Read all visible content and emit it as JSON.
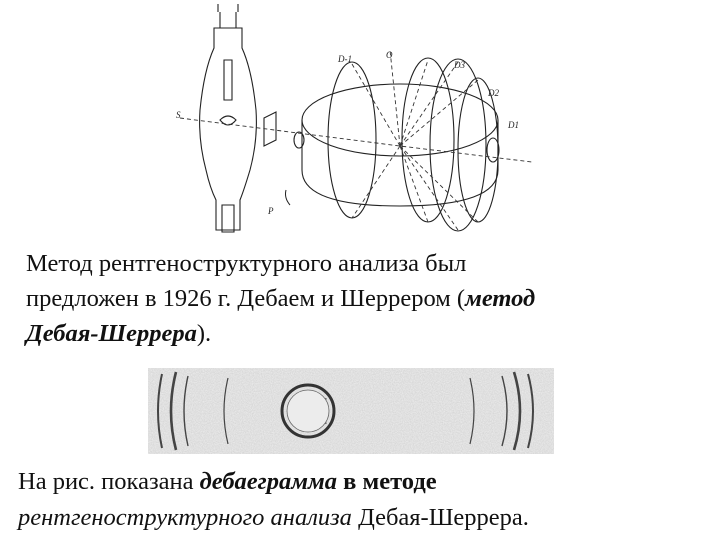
{
  "diagram": {
    "labels": {
      "s": "S",
      "o": "O",
      "p": "P",
      "d_minus1": "D-1",
      "d3": "D3",
      "d2": "D2",
      "d1": "D1"
    }
  },
  "paragraph1": {
    "line1": "Метод рентгеноструктурного анализа был",
    "line2_start": "предложен в 1926 г. Дебаем и Шеррером (",
    "line2_emph": "метод",
    "line3_emph": "Дебая-Шеррера",
    "line3_end": ")."
  },
  "paragraph2": {
    "start": "На рис. показана ",
    "emph1": "дебаеграмма",
    "mid": " в методе",
    "emph2": "рентгеноструктурного анализа",
    "end": " Дебая-Шеррера."
  }
}
